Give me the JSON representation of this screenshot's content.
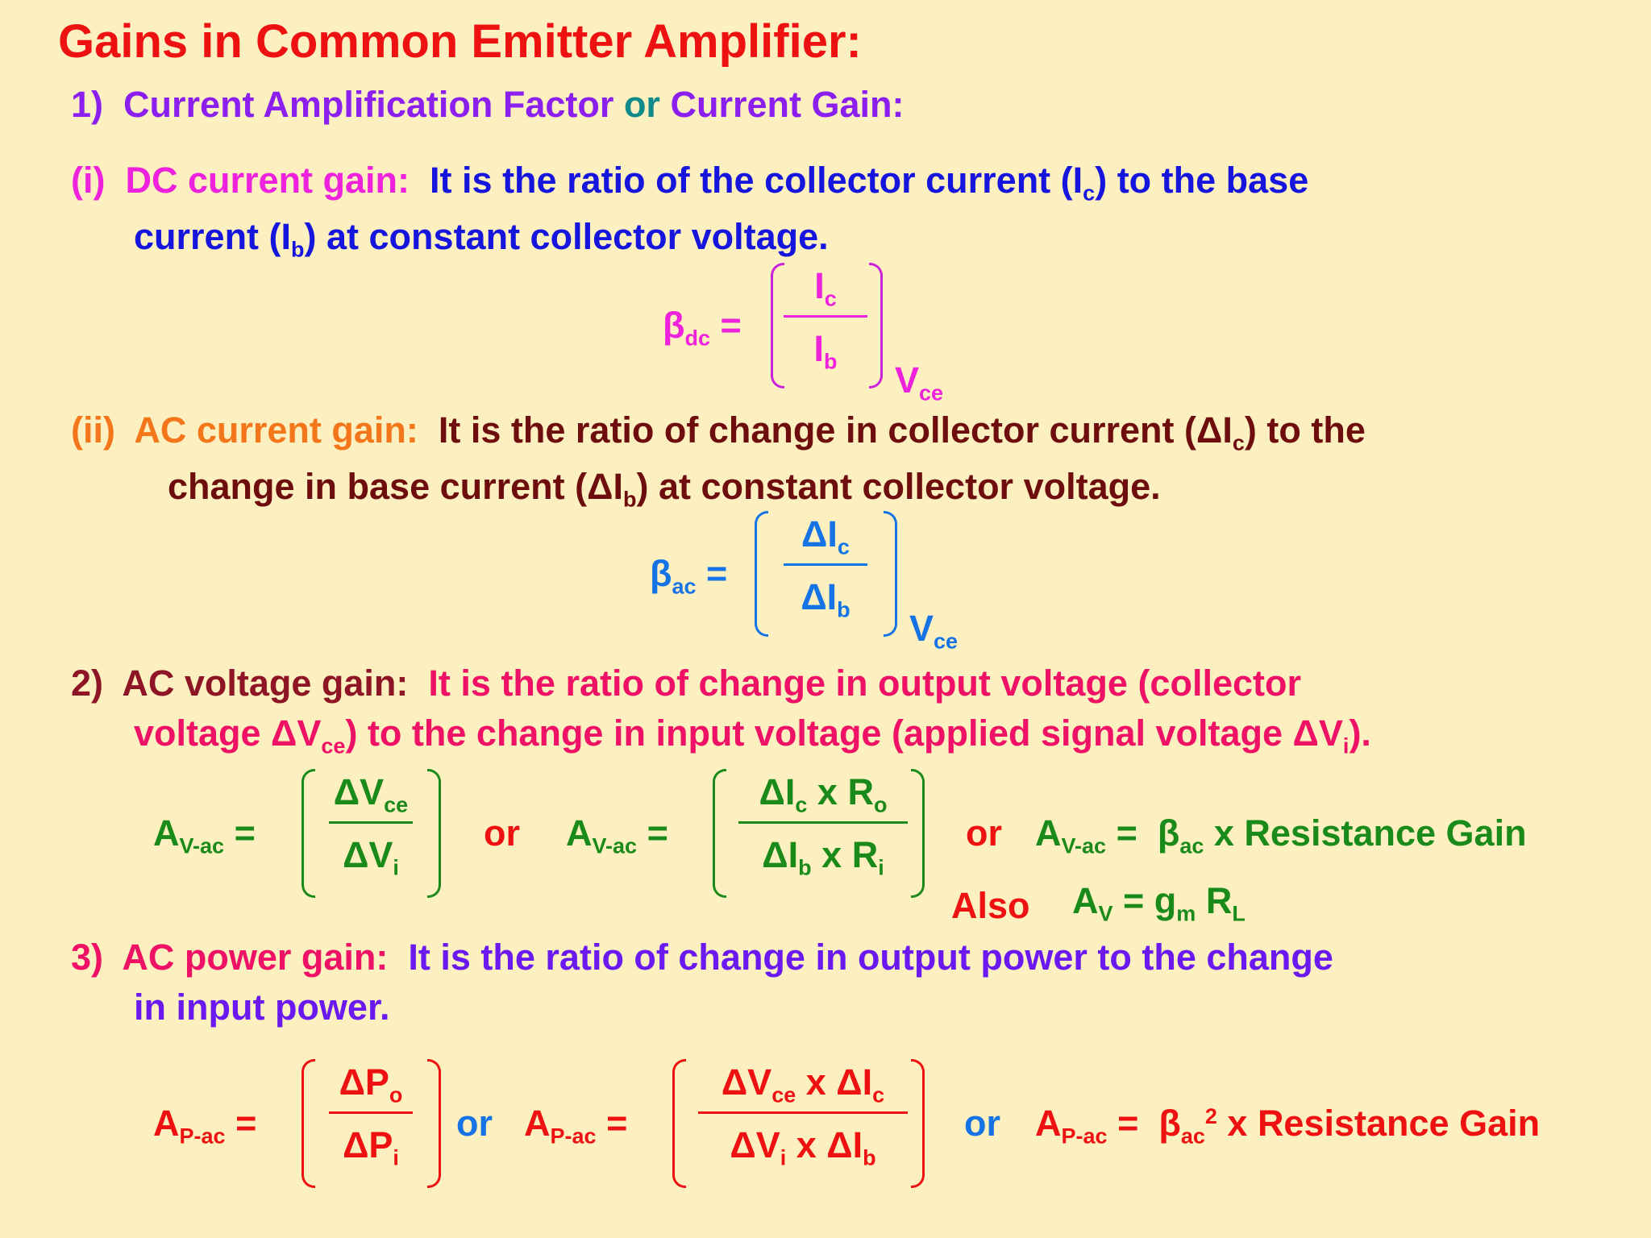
{
  "title": "Gains in Common Emitter Amplifier:",
  "colors": {
    "title": "#ee1111",
    "purple": "#8b1ff0",
    "teal": "#108a8a",
    "magenta": "#ee22dd",
    "blue": "#1515dd",
    "orange": "#f4761a",
    "maroon": "#6e0d0d",
    "skyblue": "#1573e6",
    "darkred": "#8d1525",
    "pink": "#ee1166",
    "green": "#1a8a1a",
    "red": "#ee1111",
    "violet": "#6a1af0"
  },
  "section1": {
    "num": "1)",
    "a": "Current Amplification Factor",
    "or": "or",
    "b": "Current Gain:"
  },
  "dc": {
    "num": "(i)",
    "label": "DC current gain:",
    "t1": "It is the ratio of the collector current (I",
    "t1_sub": "c",
    "t1_end": ") to the base",
    "t2": "current (I",
    "t2_sub": "b",
    "t2_end": ") at constant collector voltage.",
    "lhs": "β",
    "lhs_sub": "dc",
    "eq": "=",
    "num_var": "I",
    "num_sub": "c",
    "den_var": "I",
    "den_sub": "b",
    "cond": "V",
    "cond_sub": "ce"
  },
  "ac": {
    "num": "(ii)",
    "label": "AC current gain:",
    "t1": "It is the ratio of change in collector current (ΔI",
    "t1_sub": "c",
    "t1_end": ") to the",
    "t2": "change in base current (ΔI",
    "t2_sub": "b",
    "t2_end": ") at constant collector voltage.",
    "lhs": "β",
    "lhs_sub": "ac",
    "eq": "=",
    "num_var": "ΔI",
    "num_sub": "c",
    "den_var": "ΔI",
    "den_sub": "b",
    "cond": "V",
    "cond_sub": "ce"
  },
  "voltage": {
    "num": "2)",
    "label": "AC voltage gain:",
    "t1": "It is the ratio of change in output voltage (collector",
    "t2": "voltage ΔV",
    "t2_sub": "ce",
    "t2_mid": ") to the change in input voltage (applied signal voltage ΔV",
    "t2_sub2": "i",
    "t2_end": ").",
    "lhs": "A",
    "lhs_sub": "V-ac",
    "eq": "=",
    "f1_num": "ΔV",
    "f1_num_sub": "ce",
    "f1_den": "ΔV",
    "f1_den_sub": "i",
    "or": "or",
    "f2_num_a": "ΔI",
    "f2_num_a_sub": "c",
    "f2_num_b": " x R",
    "f2_num_b_sub": "o",
    "f2_den_a": "ΔI",
    "f2_den_a_sub": "b",
    "f2_den_b": " x R",
    "f2_den_b_sub": "i",
    "beta": "β",
    "beta_sub": "ac",
    "rest": " x  Resistance Gain",
    "also": "Also",
    "av": "A",
    "av_sub": "V",
    "av_eq": " = g",
    "gm_sub": "m",
    "rl": " R",
    "rl_sub": "L"
  },
  "power": {
    "num": "3)",
    "label": "AC power gain:",
    "t1": "It is the ratio of change in output power  to the change",
    "t2": "in input power.",
    "lhs": "A",
    "lhs_sub": "P-ac",
    "eq": "=",
    "f1_num": "ΔP",
    "f1_num_sub": "o",
    "f1_den": "ΔP",
    "f1_den_sub": "i",
    "or": "or",
    "f2_num_a": "ΔV",
    "f2_num_a_sub": "ce",
    "f2_num_b": " x ΔI",
    "f2_num_b_sub": "c",
    "f2_den_a": "ΔV",
    "f2_den_a_sub": "i",
    "f2_den_b": "  x ΔI",
    "f2_den_b_sub": "b",
    "beta": "β",
    "beta_sub": "ac",
    "beta_sup": "2",
    "rest": " x  Resistance Gain"
  }
}
